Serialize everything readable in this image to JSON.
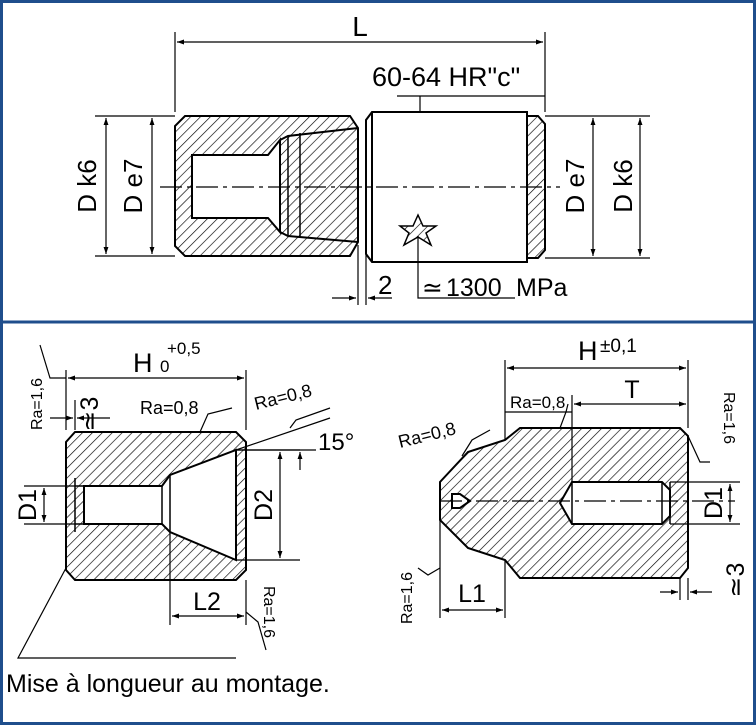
{
  "colors": {
    "border": "#1f4e8c",
    "ink": "#000000",
    "background": "#ffffff"
  },
  "top_view": {
    "length_label": "L",
    "hardness_note": "60-64 HR\"c\"",
    "left_outer_dia": "D k6",
    "left_inner_dia": "D e7",
    "right_inner_dia": "D e7",
    "right_outer_dia": "D k6",
    "gap_dim": "2",
    "pressure_symbol": "≃",
    "pressure_value": "1300",
    "pressure_unit": "MPa"
  },
  "left_detail": {
    "height_symbol": "H",
    "height_sub": "0",
    "height_tol": "+0,5",
    "chamfer": "≃3",
    "roughness_top_left": "Ra=1,6",
    "roughness_bore": "Ra=0,8",
    "roughness_cone": "Ra=0,8",
    "cone_angle": "15°",
    "bore_dia": "D1",
    "cone_dia": "D2",
    "cone_depth": "L2",
    "roughness_right": "Ra=1,6"
  },
  "right_detail": {
    "height_symbol": "H",
    "height_tol": "±0,1",
    "depth_label": "T",
    "roughness_top": "Ra=0,8",
    "roughness_cone": "Ra=0,8",
    "roughness_right": "Ra=1,6",
    "roughness_left": "Ra=1,6",
    "tip_length": "L1",
    "bore_dia": "D1",
    "chamfer": "≃3"
  },
  "caption": "Mise à longueur au montage."
}
